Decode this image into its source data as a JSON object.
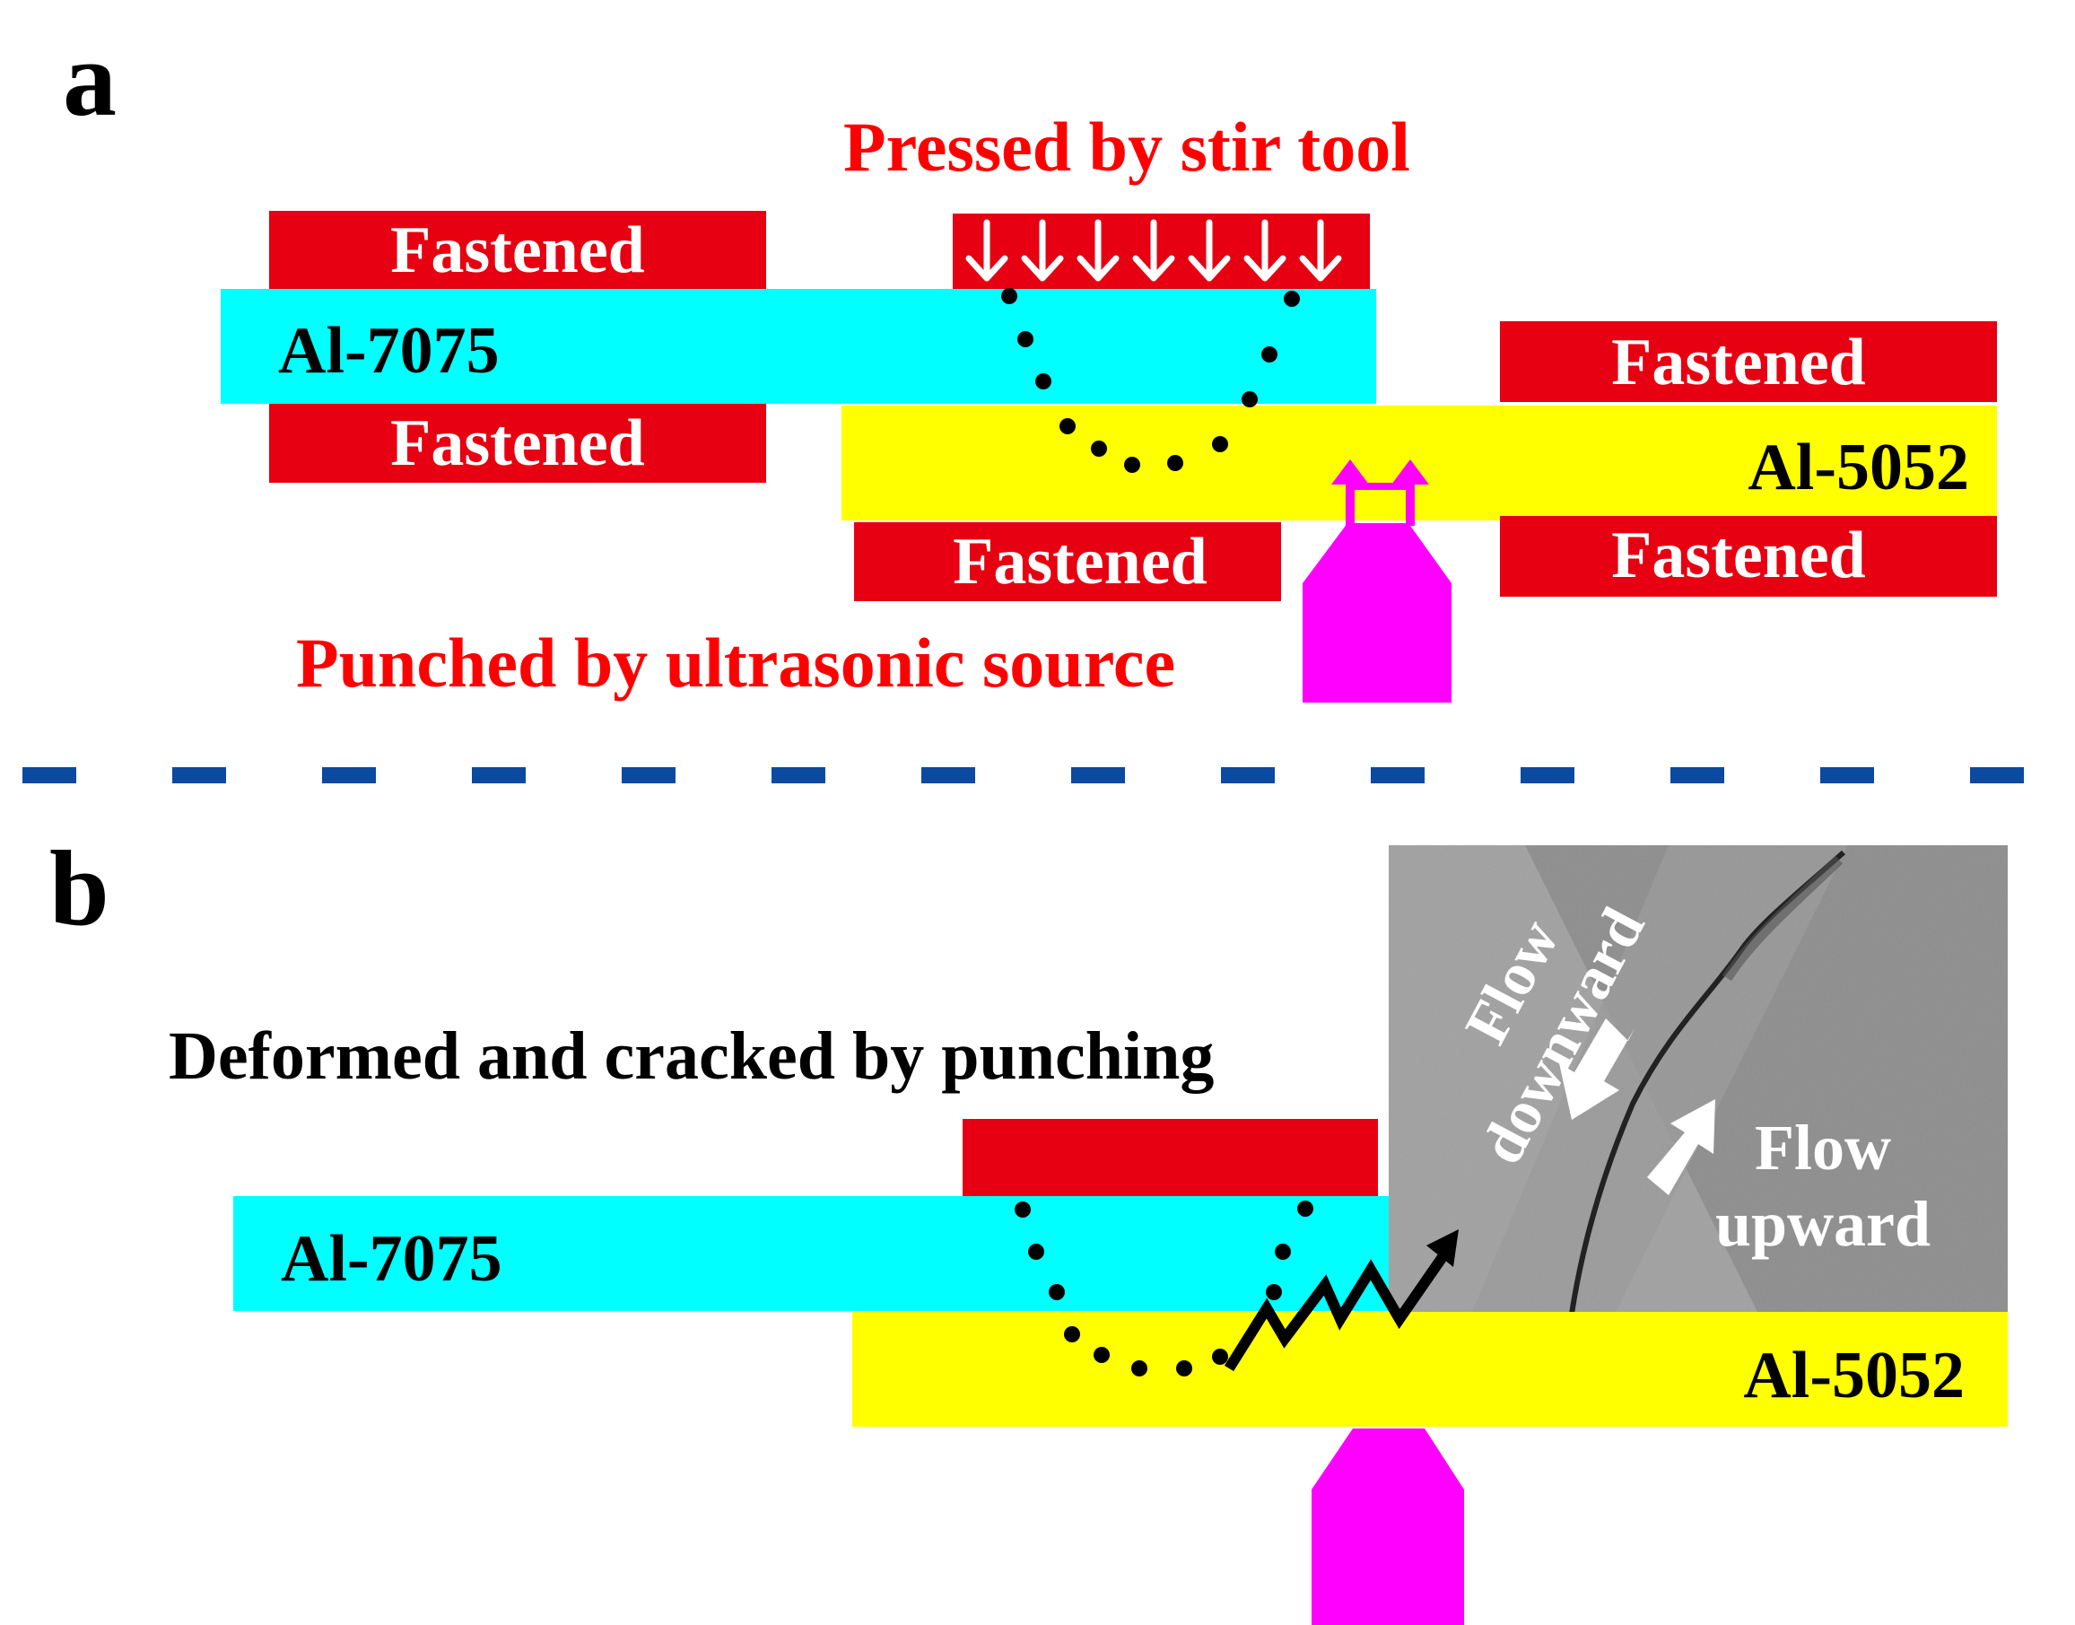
{
  "panel_a": {
    "label": "a",
    "pressed_text": "Pressed by stir tool",
    "punched_text": "Punched by ultrasonic source",
    "fastened_label": "Fastened",
    "al7075_label": "Al-7075",
    "al5052_label": "Al-5052"
  },
  "panel_b": {
    "label": "b",
    "deformed_text": "Deformed and cracked by punching",
    "al7075_label": "Al-7075",
    "al5052_label": "Al-5052",
    "flow_downward_line1": "Flow",
    "flow_downward_line2": "downward",
    "flow_upward_line1": "Flow",
    "flow_upward_line2": "upward"
  },
  "colors": {
    "clamp_red": "#e60012",
    "al7075_cyan": "#00ffff",
    "al5052_yellow": "#ffff00",
    "ultrasonic_magenta": "#ff00ff",
    "annotation_red": "#ff0000",
    "divider_blue": "#0a4aa0",
    "micrograph_gray": "#8a8a8a"
  }
}
